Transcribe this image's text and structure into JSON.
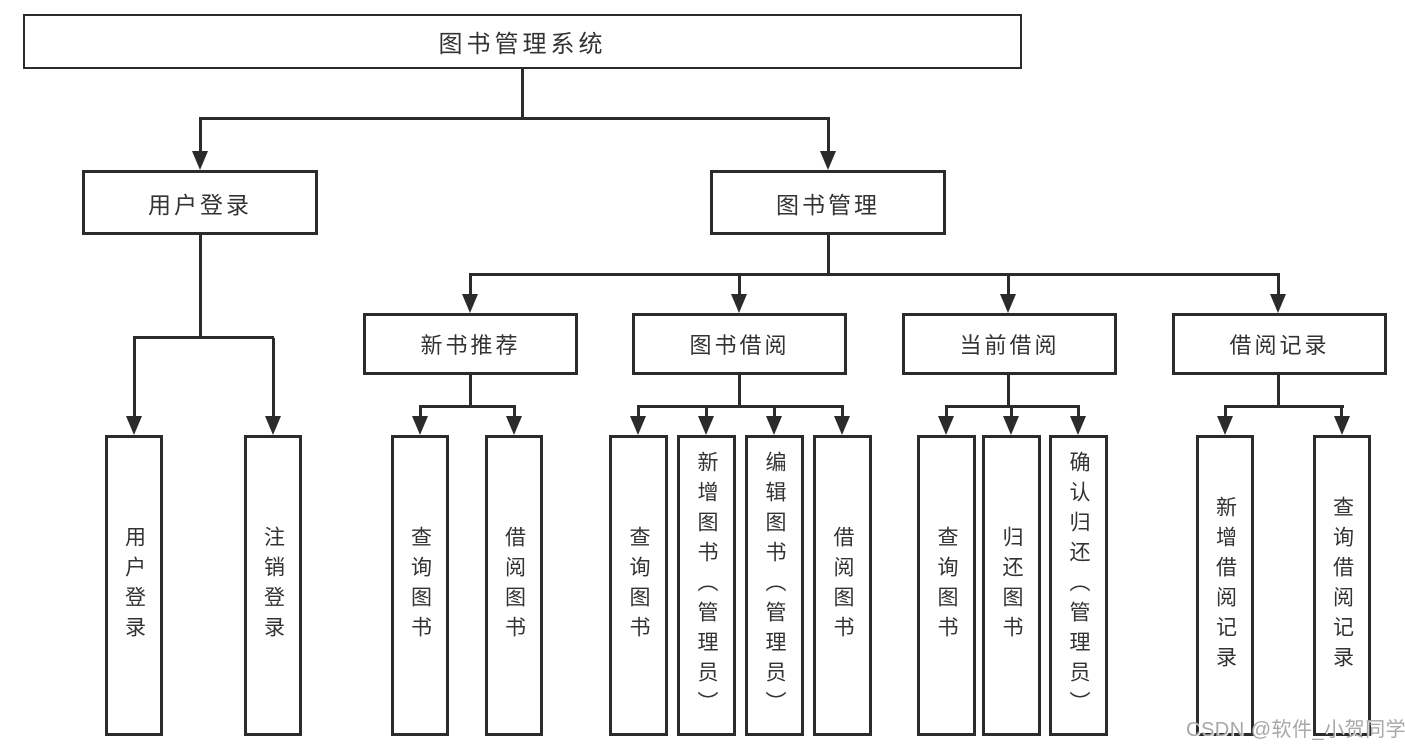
{
  "diagram": {
    "root": "图书管理系统",
    "level2": [
      "用户登录",
      "图书管理"
    ],
    "level3": [
      "新书推荐",
      "图书借阅",
      "当前借阅",
      "借阅记录"
    ],
    "leaves": {
      "user_login": [
        "用户登录",
        "注销登录"
      ],
      "new_book": [
        "查询图书",
        "借阅图书"
      ],
      "borrow": [
        "查询图书",
        "新增图书（管理员）",
        "编辑图书（管理员）",
        "借阅图书"
      ],
      "current": [
        "查询图书",
        "归还图书",
        "确认归还（管理员）"
      ],
      "records": [
        "新增借阅记录",
        "查询借阅记录"
      ]
    }
  },
  "watermark": {
    "text": "CSDN @软件_小贺同学"
  },
  "colors": {
    "line": "#2b2b2b",
    "text": "#333333",
    "bg": "#ffffff",
    "watermark": "#a8a8a8"
  }
}
